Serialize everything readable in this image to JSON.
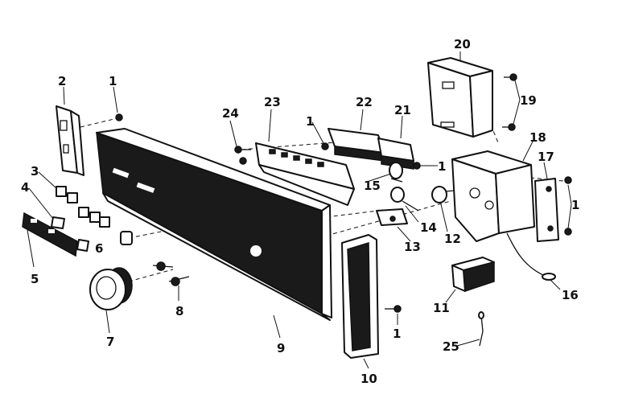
{
  "callouts": {
    "c1a": "1",
    "c1b": "1",
    "c1c": "1",
    "c1d": "1",
    "c1e": "1",
    "c2": "2",
    "c3": "3",
    "c4": "4",
    "c5": "5",
    "c6": "6",
    "c7": "7",
    "c8": "8",
    "c9": "9",
    "c10": "10",
    "c11": "11",
    "c12": "12",
    "c13": "13",
    "c14": "14",
    "c15": "15",
    "c16": "16",
    "c17": "17",
    "c18": "18",
    "c19": "19",
    "c20": "20",
    "c21": "21",
    "c22": "22",
    "c23": "23",
    "c24": "24",
    "c25": "25"
  }
}
